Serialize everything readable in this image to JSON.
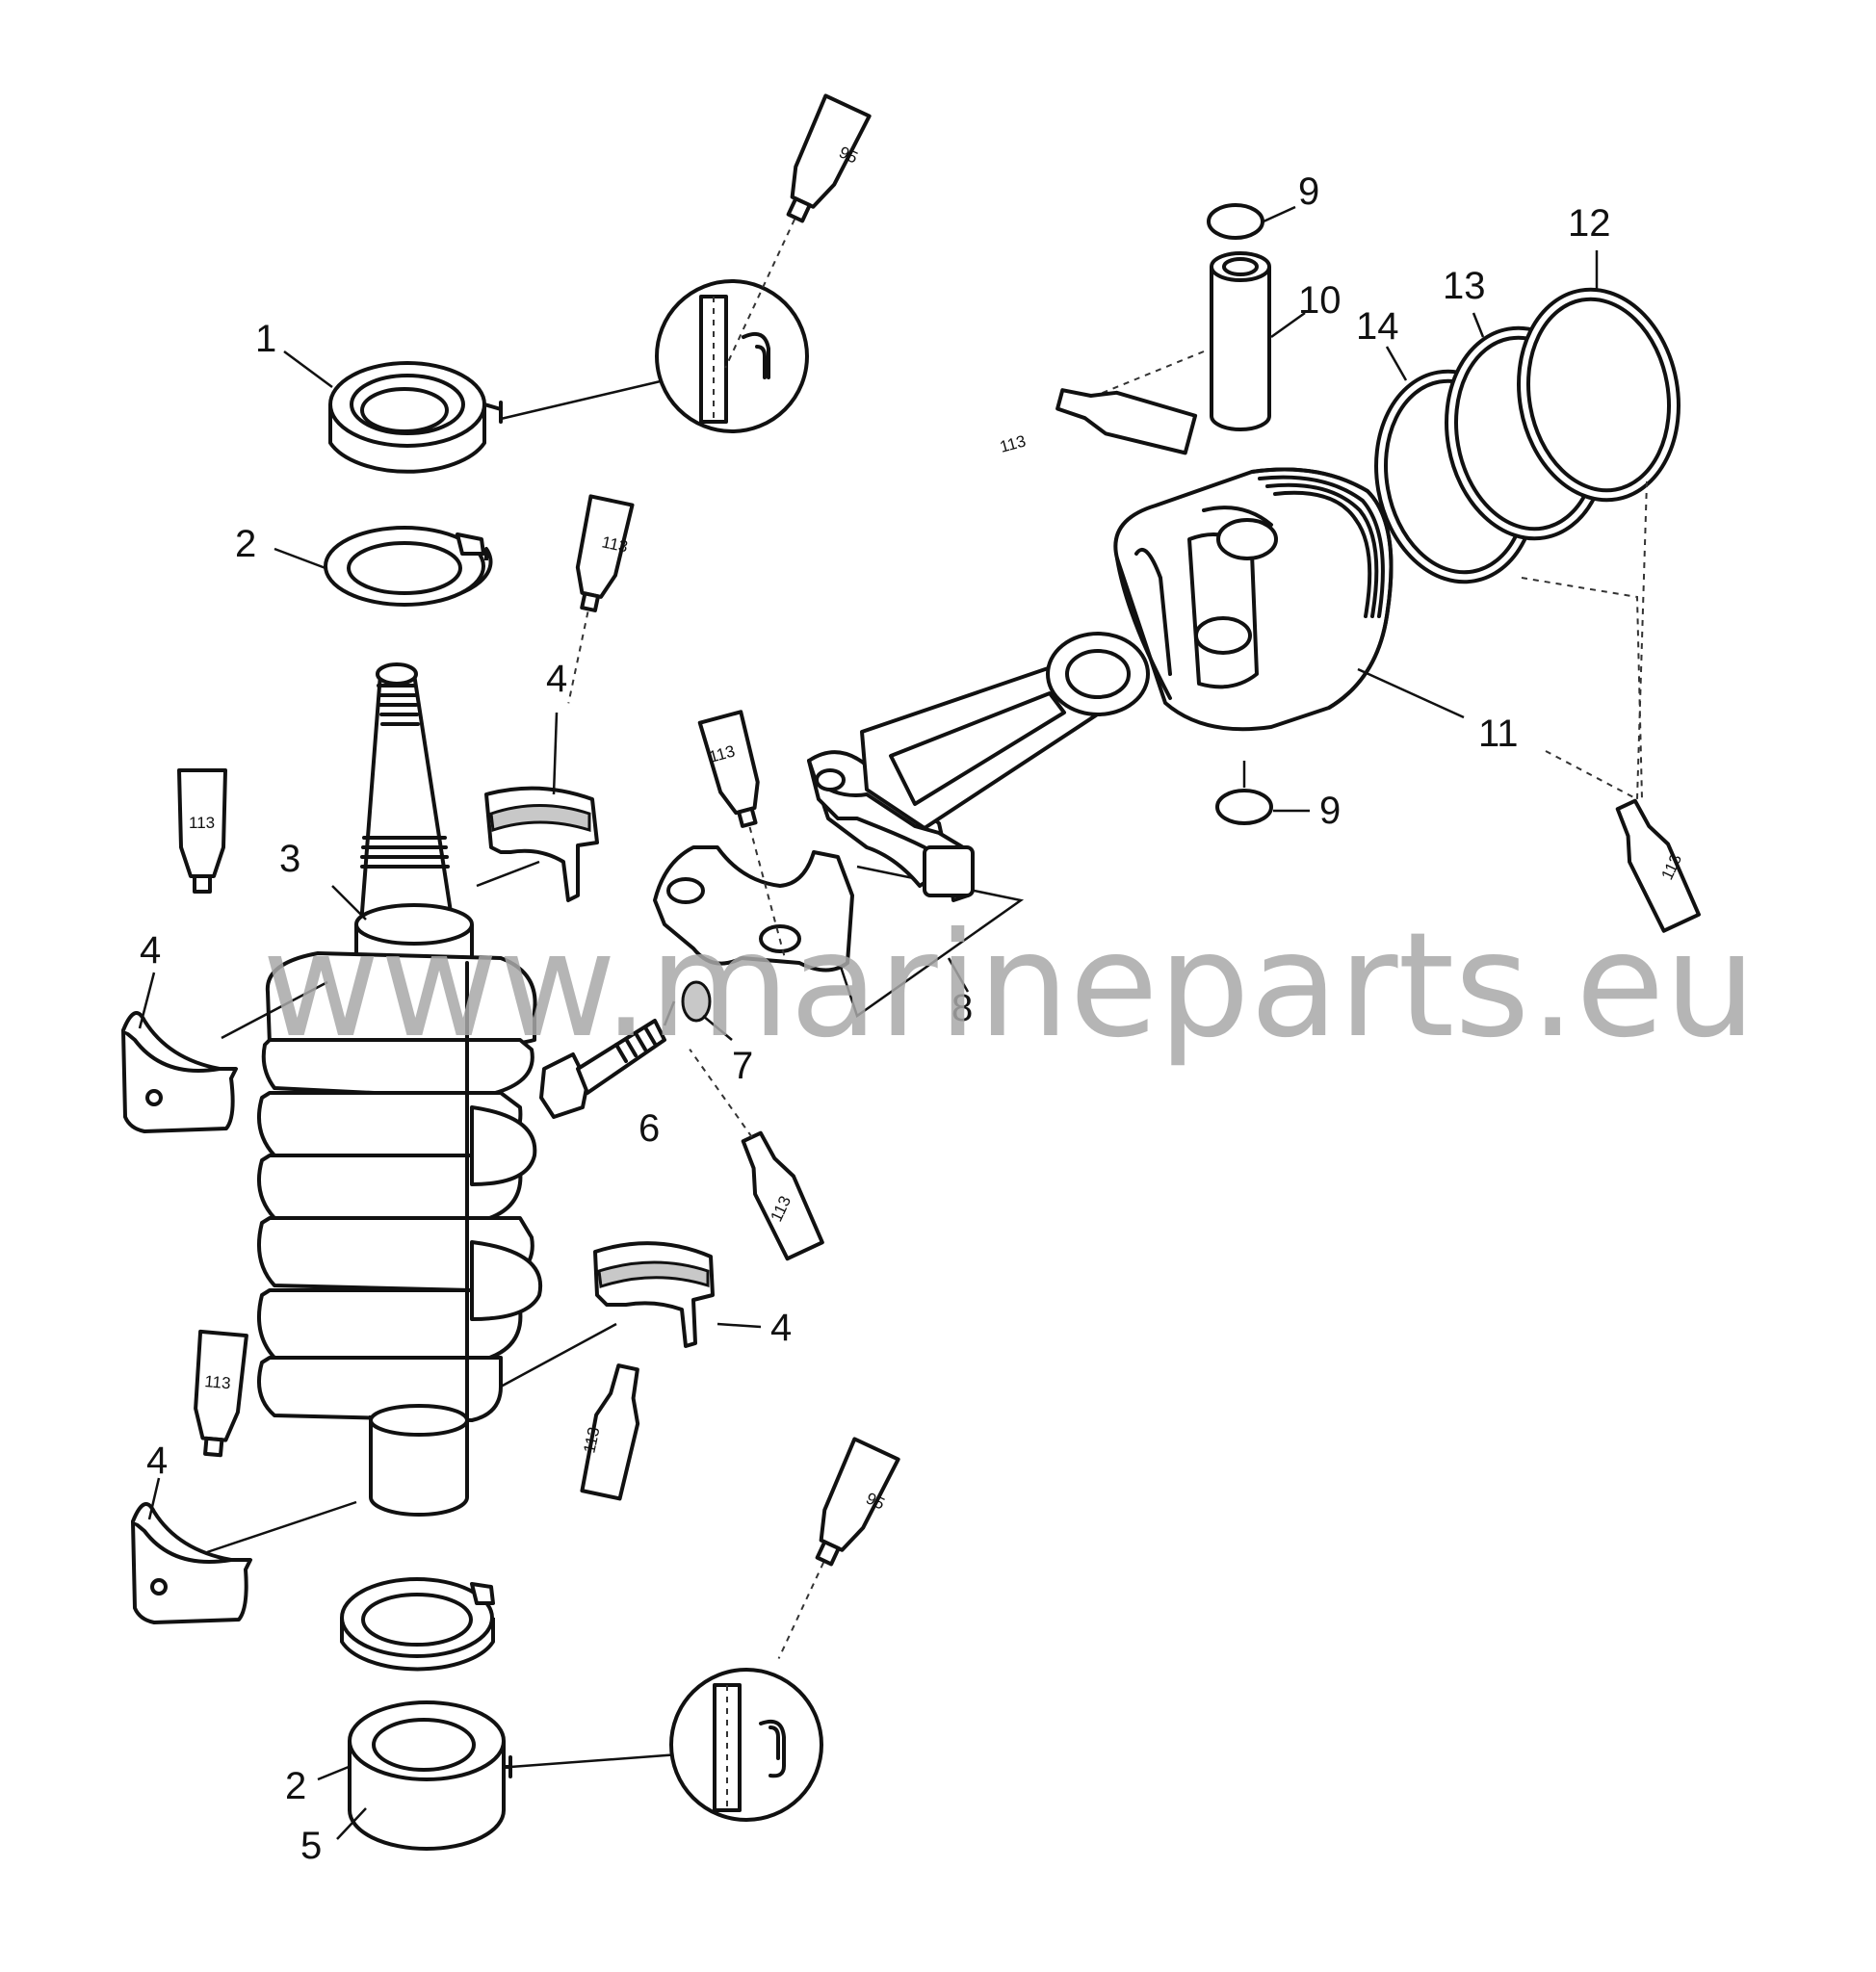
{
  "callouts": {
    "c1": "1",
    "c2a": "2",
    "c2b": "2",
    "c3": "3",
    "c4a": "4",
    "c4b": "4",
    "c4c": "4",
    "c4d": "4",
    "c5": "5",
    "c6": "6",
    "c7": "7",
    "c8": "8",
    "c9a": "9",
    "c9b": "9",
    "c10": "10",
    "c11": "11",
    "c12": "12",
    "c13": "13",
    "c14": "14"
  },
  "lubricants": {
    "t95a": "95",
    "t95b": "95",
    "t113a": "113",
    "t113b": "113",
    "t113c": "113",
    "t113d": "113",
    "t113e": "113",
    "t113f": "113",
    "t113g": "113",
    "t113h": "113"
  },
  "watermark": "www.marineparts.eu"
}
